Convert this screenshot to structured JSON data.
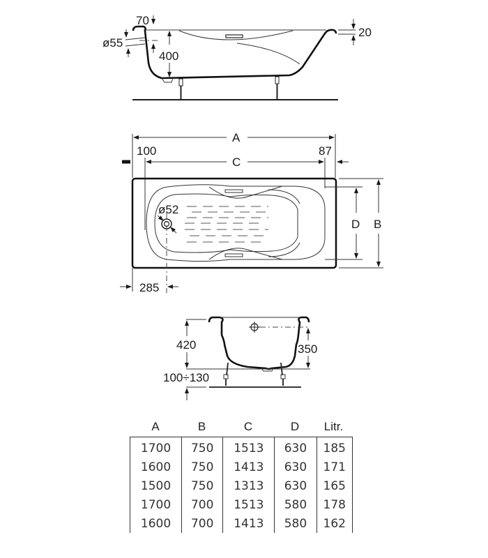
{
  "side_view": {
    "labels": {
      "rim_offset": "70",
      "overflow_diameter": "ø55",
      "overflow_height": "400",
      "rim_thickness": "20"
    }
  },
  "plan_view": {
    "labels": {
      "overall_length": "A",
      "inner_length": "C",
      "left_offset": "100",
      "right_offset": "87",
      "drain_diameter": "ø52",
      "drain_offset": "285",
      "inner_width": "D",
      "overall_width": "B"
    }
  },
  "end_view": {
    "labels": {
      "depth": "420",
      "overflow_height": "350",
      "leg_height": "100÷130"
    }
  },
  "spec_table": {
    "headers": [
      "A",
      "B",
      "C",
      "D",
      "Litr."
    ],
    "rows": [
      [
        "1700",
        "750",
        "1513",
        "630",
        "185"
      ],
      [
        "1600",
        "750",
        "1413",
        "630",
        "171"
      ],
      [
        "1500",
        "750",
        "1313",
        "630",
        "165"
      ],
      [
        "1700",
        "700",
        "1513",
        "580",
        "178"
      ],
      [
        "1600",
        "700",
        "1413",
        "580",
        "162"
      ]
    ]
  }
}
